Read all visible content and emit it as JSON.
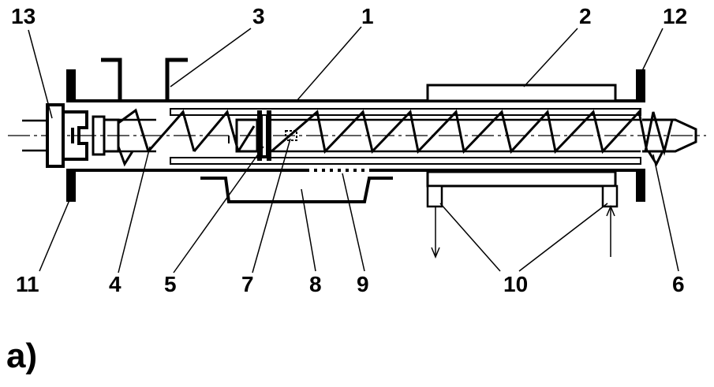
{
  "figure": {
    "subfigure_label": "a)",
    "labels": {
      "l1": "1",
      "l2": "2",
      "l3": "3",
      "l4": "4",
      "l5": "5",
      "l6": "6",
      "l7": "7",
      "l8": "8",
      "l9": "9",
      "l10": "10",
      "l11": "11",
      "l12": "12",
      "l13": "13"
    },
    "colors": {
      "ink": "#000000",
      "background": "#ffffff"
    }
  }
}
